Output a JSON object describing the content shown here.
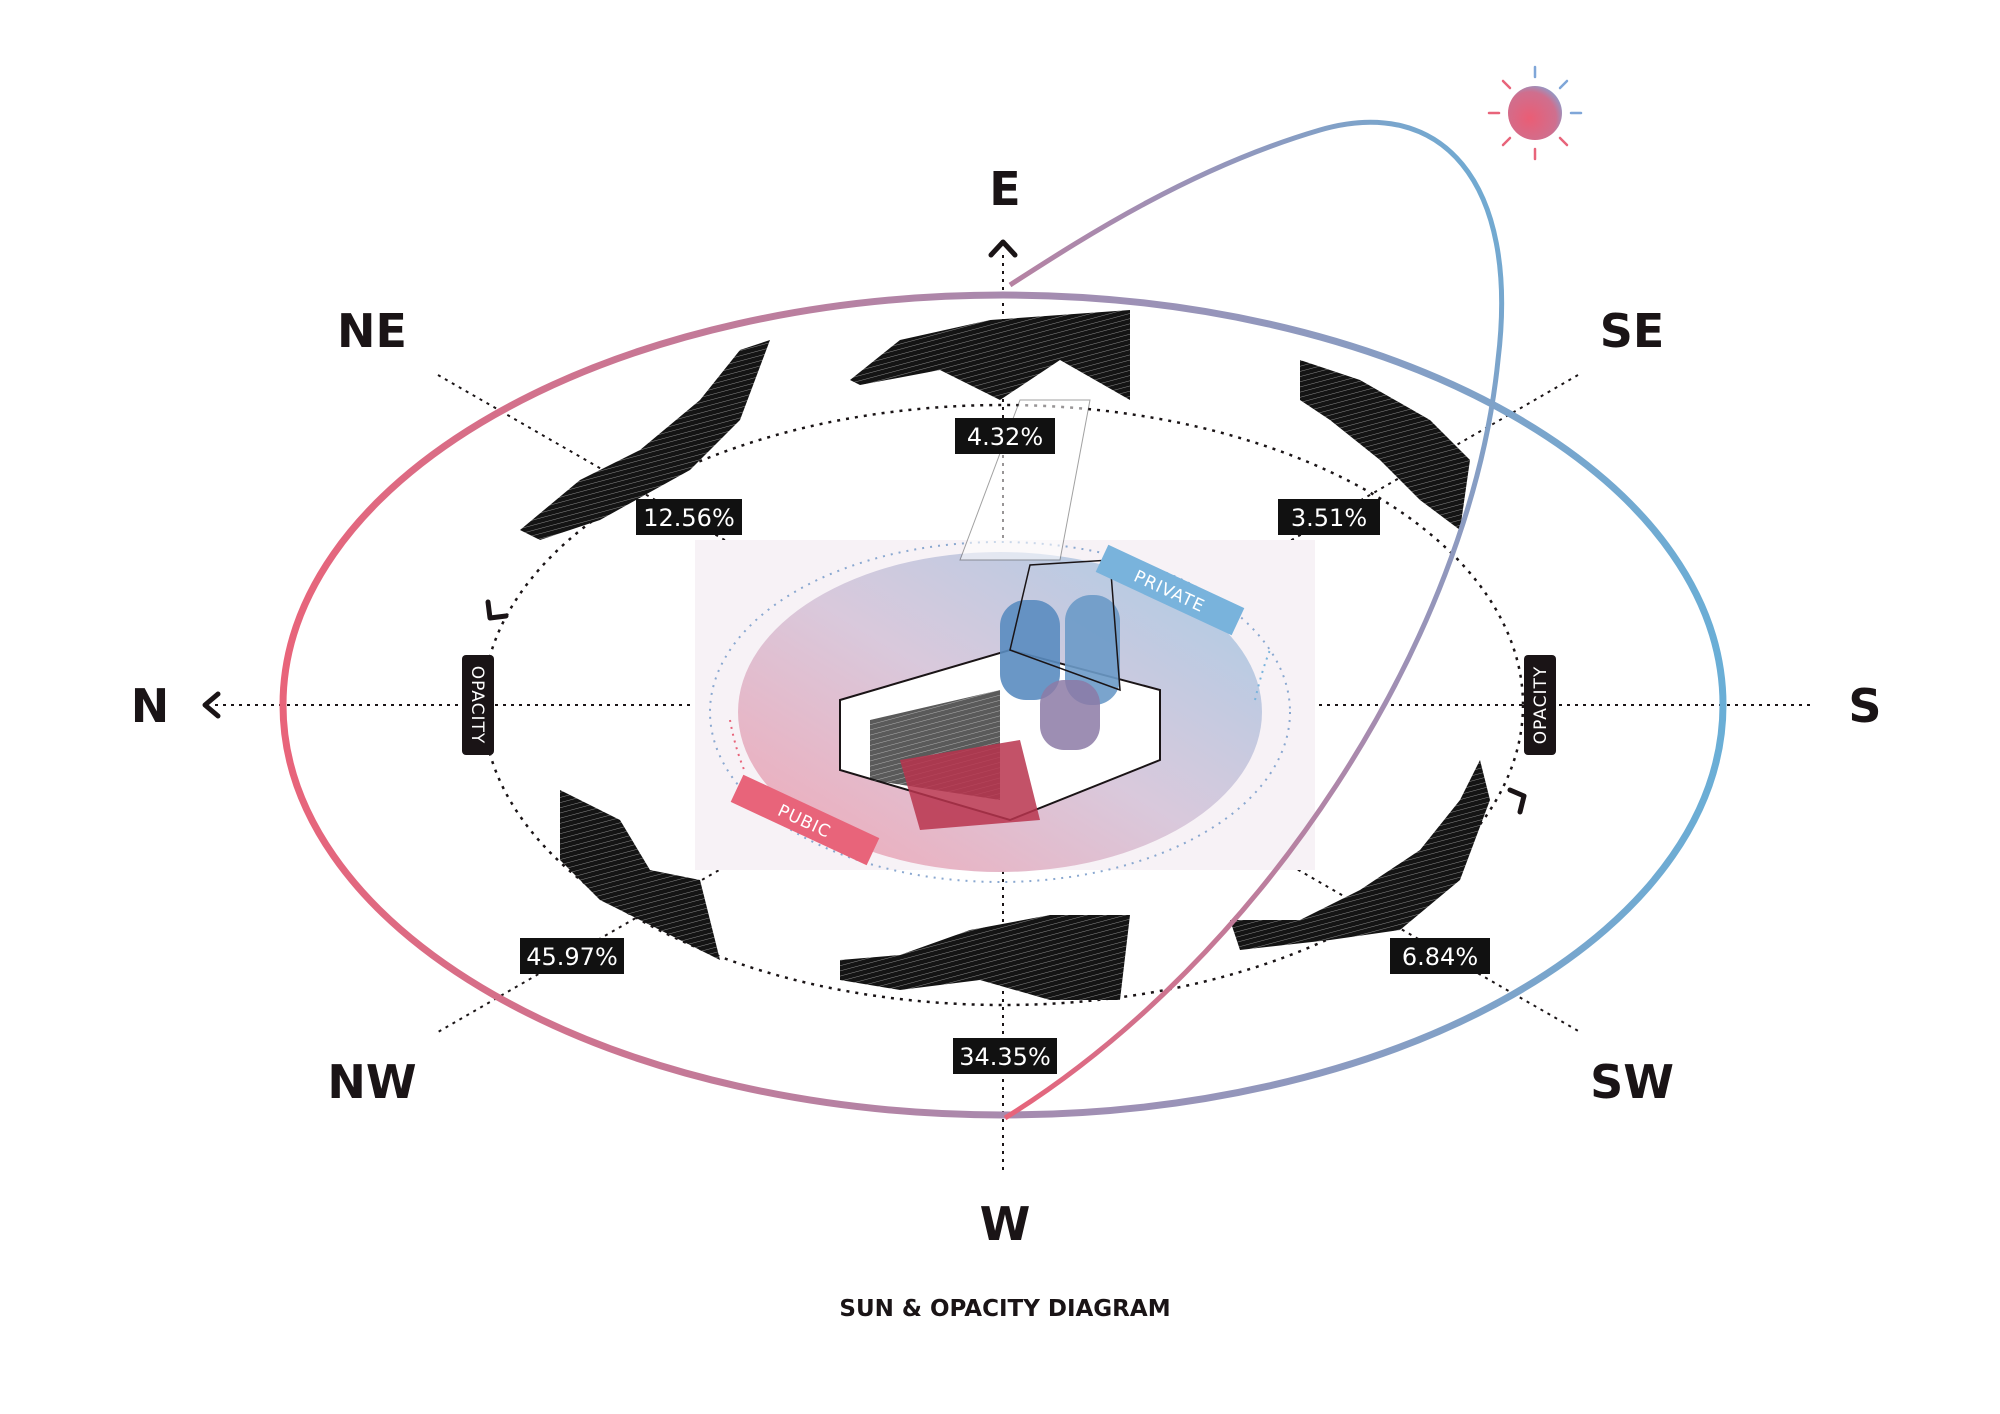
{
  "directions": {
    "e": "E",
    "w": "W",
    "n": "N",
    "s": "S",
    "ne": "NE",
    "se": "SE",
    "nw": "NW",
    "sw": "SW"
  },
  "percentages": {
    "e": "4.32%",
    "ne": "12.56%",
    "se": "3.51%",
    "nw": "45.97%",
    "w": "34.35%",
    "sw": "6.84%"
  },
  "labels": {
    "opacity_left": "OPACITY",
    "opacity_right": "OPACITY",
    "private": "PRIVATE",
    "public": "PUBIC"
  },
  "caption": "SUN & OPACITY DIAGRAM",
  "icons": {
    "sun": "sun-icon"
  },
  "colors": {
    "blue": "#6aaed6",
    "pink": "#e8647a",
    "mauve": "#a88aae",
    "ink": "#1a1416"
  }
}
